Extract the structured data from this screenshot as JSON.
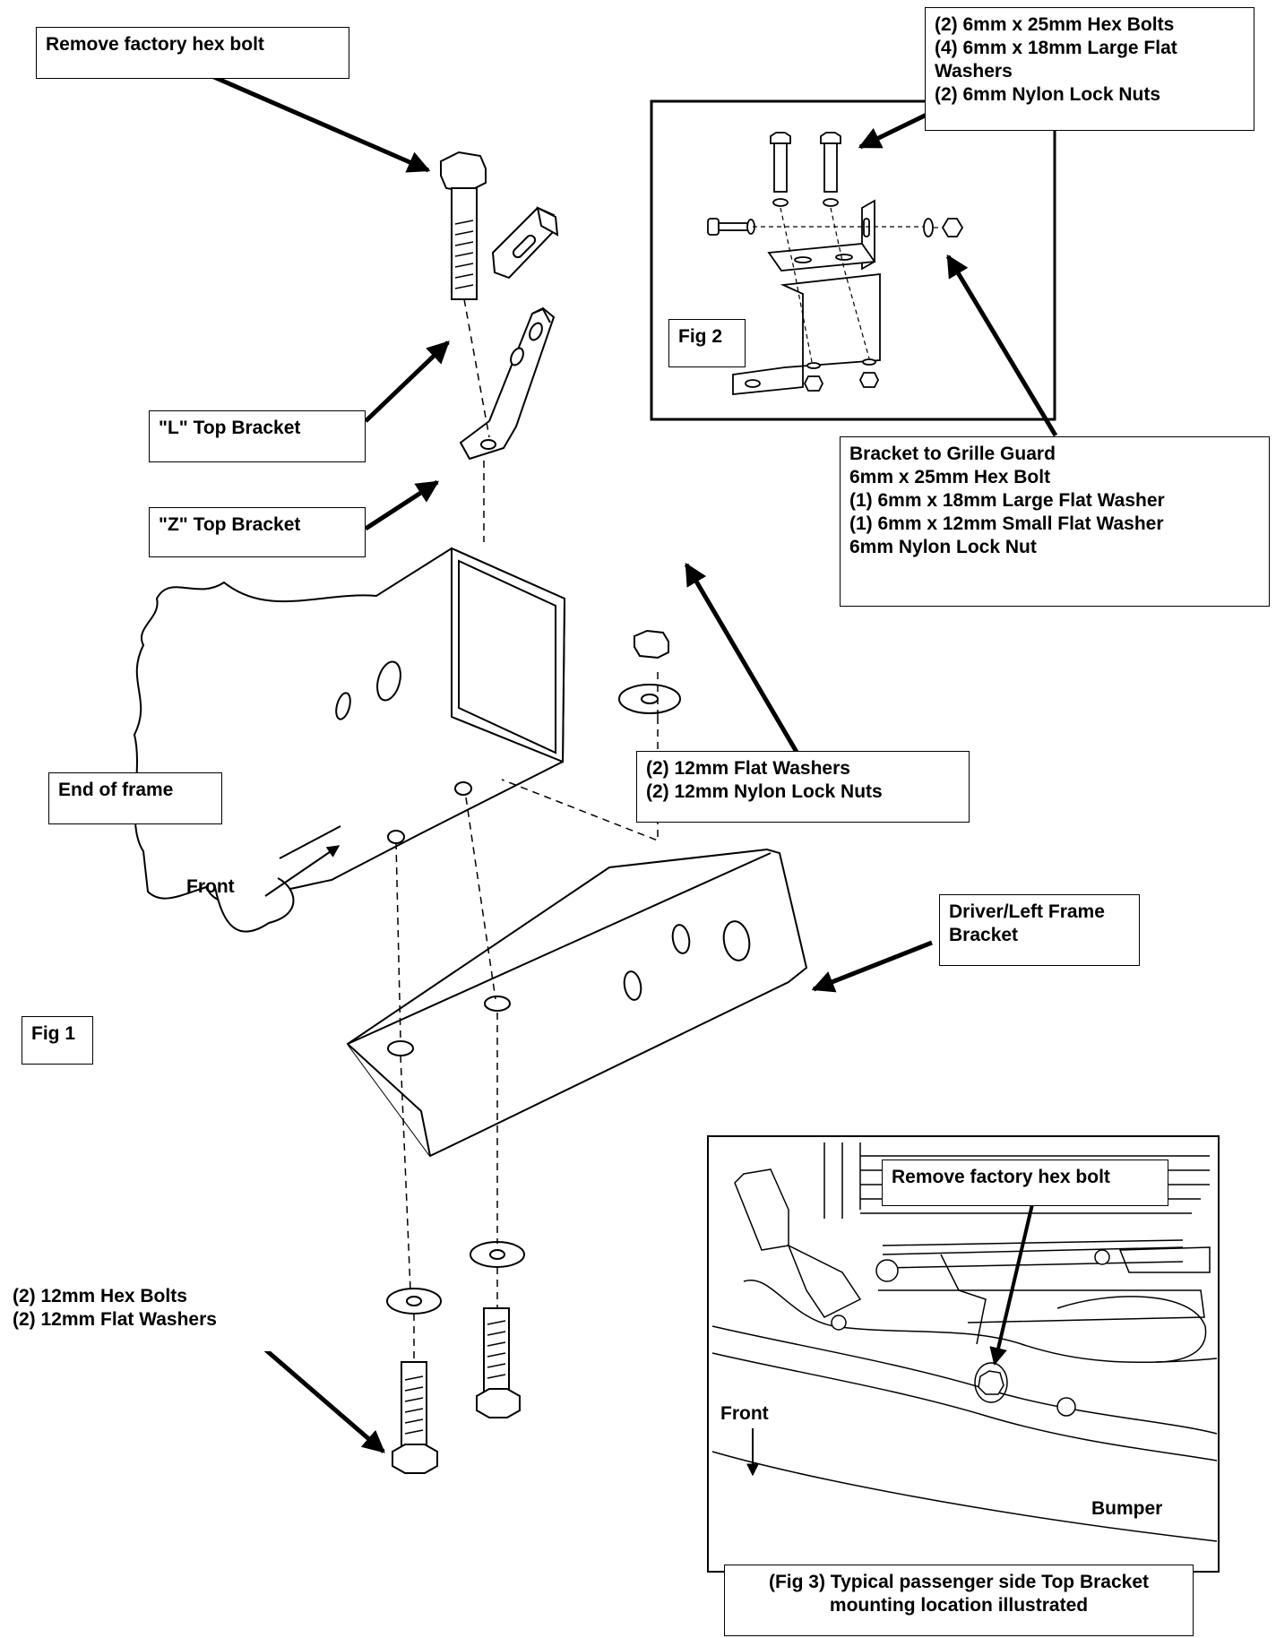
{
  "labels": {
    "remove_bolt_fig1": "Remove factory hex bolt",
    "fig2_hardware": [
      "(2) 6mm x 25mm Hex Bolts",
      "(4) 6mm x 18mm Large Flat",
      "Washers",
      "(2) 6mm Nylon Lock Nuts"
    ],
    "fig2_label": "Fig 2",
    "bracket_to_grille": [
      "Bracket to Grille Guard",
      "6mm x 25mm Hex Bolt",
      "(1) 6mm x 18mm Large Flat Washer",
      "(1) 6mm x 12mm Small Flat Washer",
      "6mm Nylon Lock Nut"
    ],
    "l_top_bracket": "\"L\" Top Bracket",
    "z_top_bracket": "\"Z\" Top Bracket",
    "washers_nuts_12mm": [
      "(2) 12mm Flat Washers",
      "(2) 12mm Nylon Lock Nuts"
    ],
    "end_of_frame": "End of frame",
    "front_fig1": "Front",
    "driver_frame_bracket": [
      "Driver/Left Frame",
      "Bracket"
    ],
    "fig1_label": "Fig 1",
    "hex_bolts_12mm": [
      "(2) 12mm Hex Bolts",
      "(2) 12mm Flat Washers"
    ],
    "remove_bolt_fig3": "Remove factory hex bolt",
    "front_fig3": "Front",
    "bumper": "Bumper",
    "fig3_caption": [
      "(Fig 3) Typical passenger side Top Bracket",
      "mounting location illustrated"
    ]
  }
}
